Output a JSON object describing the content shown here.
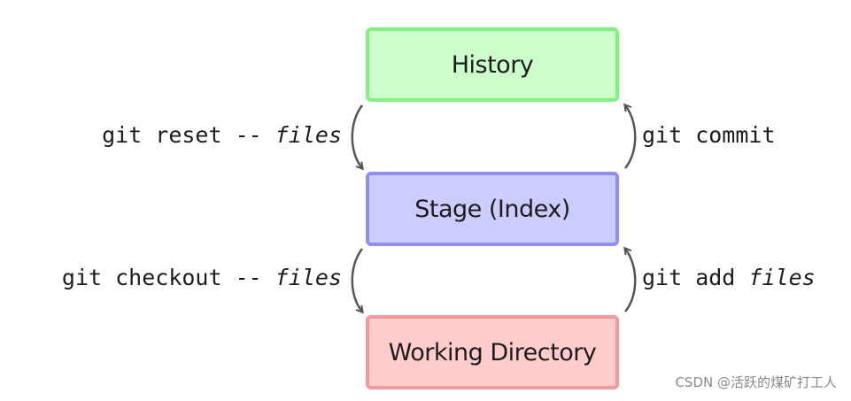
{
  "boxes": {
    "history": {
      "label": "History",
      "fill": "#ccffcc",
      "border": "#7ff27f"
    },
    "stage": {
      "label": "Stage (Index)",
      "fill": "#ccccff",
      "border": "#8f8ff2"
    },
    "working": {
      "label": "Working Directory",
      "fill": "#ffcccc",
      "border": "#f29a9a"
    }
  },
  "commands": {
    "reset": {
      "cmd": "git reset -- ",
      "arg": "files"
    },
    "checkout": {
      "cmd": "git checkout -- ",
      "arg": "files"
    },
    "commit": {
      "cmd": "git commit",
      "arg": ""
    },
    "add": {
      "cmd": "git add ",
      "arg": "files"
    }
  },
  "arrow_color": "#555555",
  "watermark": "CSDN @活跃的煤矿打工人"
}
